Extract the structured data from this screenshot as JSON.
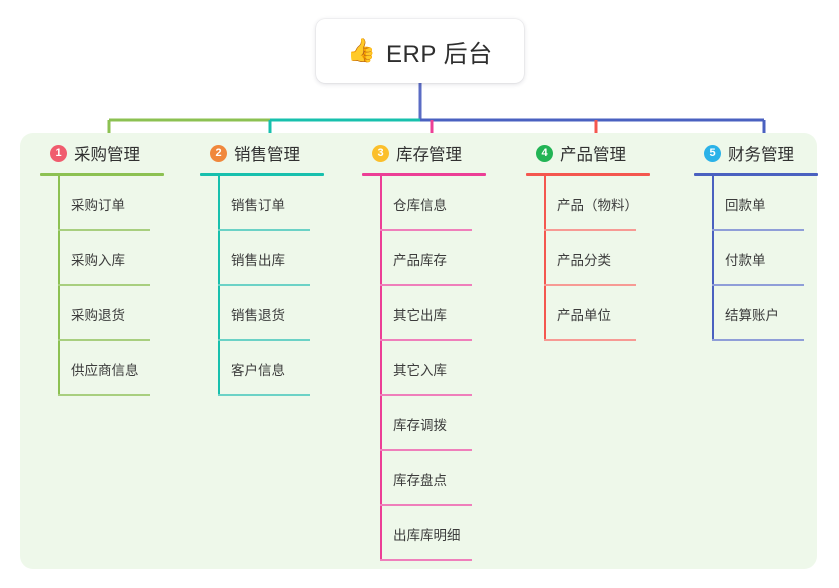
{
  "root": {
    "emoji": "👍",
    "emoji_name": "thumbs-up-icon",
    "title": "ERP 后台"
  },
  "theme": {
    "panel_bg": "#eef8ea",
    "page_bg": "#ffffff",
    "root_line": "#5b6cc4",
    "text": "#3c3c3c"
  },
  "columns": [
    {
      "index": "1",
      "title": "采购管理",
      "badge_color": "#f05c6e",
      "line_color": "#8cc152",
      "item_line_color": "#a8cf7f",
      "connector_color": "#8cc152",
      "items": [
        {
          "label": "采购订单"
        },
        {
          "label": "采购入库"
        },
        {
          "label": "采购退货"
        },
        {
          "label": "供应商信息"
        }
      ]
    },
    {
      "index": "2",
      "title": "销售管理",
      "badge_color": "#f0883c",
      "line_color": "#17c0ad",
      "item_line_color": "#6bd2c6",
      "connector_color": "#17c0ad",
      "items": [
        {
          "label": "销售订单"
        },
        {
          "label": "销售出库"
        },
        {
          "label": "销售退货"
        },
        {
          "label": "客户信息"
        }
      ]
    },
    {
      "index": "3",
      "title": "库存管理",
      "badge_color": "#fbbf2b",
      "line_color": "#ec3f96",
      "item_line_color": "#ef7fbb",
      "connector_color": "#ec3f96",
      "items": [
        {
          "label": "仓库信息"
        },
        {
          "label": "产品库存"
        },
        {
          "label": "其它出库"
        },
        {
          "label": "其它入库"
        },
        {
          "label": "库存调拨"
        },
        {
          "label": "库存盘点"
        },
        {
          "label": "出库库明细"
        }
      ]
    },
    {
      "index": "4",
      "title": "产品管理",
      "badge_color": "#22b455",
      "line_color": "#f4574f",
      "item_line_color": "#f79a94",
      "connector_color": "#f4574f",
      "items": [
        {
          "label": "产品（物料）"
        },
        {
          "label": "产品分类"
        },
        {
          "label": "产品单位"
        }
      ]
    },
    {
      "index": "5",
      "title": "财务管理",
      "badge_color": "#2bb2e8",
      "line_color": "#4a61c0",
      "item_line_color": "#8f9ed8",
      "connector_color": "#4a61c0",
      "items": [
        {
          "label": "回款单"
        },
        {
          "label": "付款单"
        },
        {
          "label": "结算账户"
        }
      ]
    }
  ]
}
